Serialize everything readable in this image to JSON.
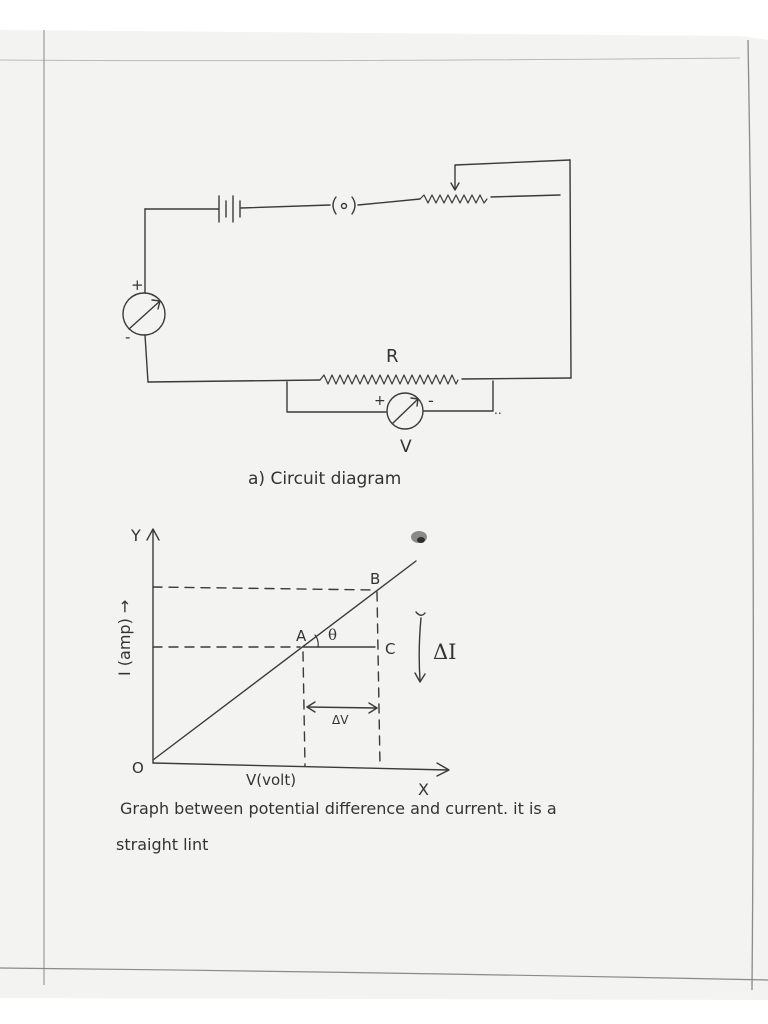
{
  "circuit": {
    "resistor_label": "R",
    "voltmeter_label": "V",
    "ammeter_plus": "+",
    "ammeter_minus": "-",
    "voltmeter_plus": "+",
    "voltmeter_minus": "-",
    "caption": "a) Circuit diagram"
  },
  "graph": {
    "y_axis_letter": "Y",
    "x_axis_letter": "X",
    "origin_label": "O",
    "y_axis_label": "I (amp) →",
    "x_axis_label": "V(volt)",
    "point_a": "A",
    "point_b": "B",
    "point_c": "C",
    "angle_label": "θ",
    "delta_i": "ΔI",
    "delta_v": "ΔV"
  },
  "note": {
    "line1": "Graph between potential difference and current. it is a",
    "line2": "straight lint"
  }
}
